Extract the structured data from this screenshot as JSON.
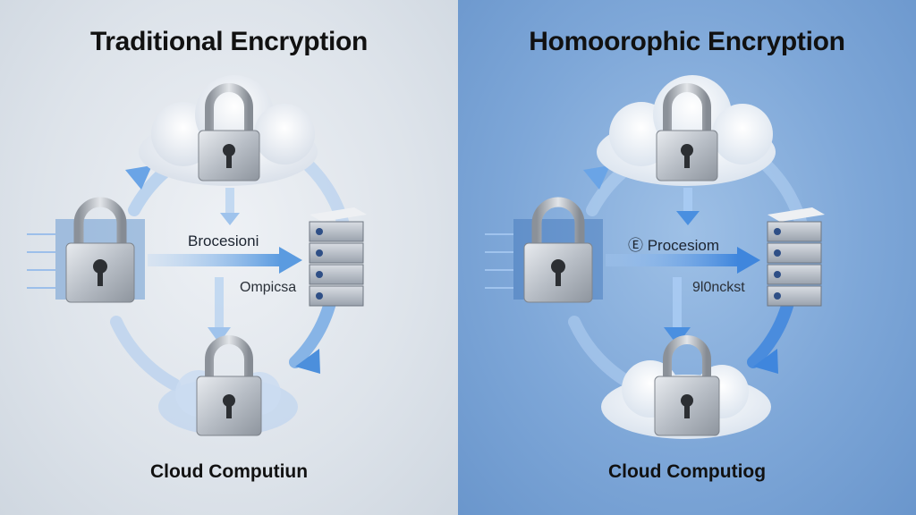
{
  "panels": [
    {
      "title": "Traditional Encryption",
      "processing_label": "Brocesioni",
      "compute_label": "Ompicsa",
      "caption": "Cloud Computiun",
      "accent": "#5b9be0"
    },
    {
      "title": "Homoorophic Encryption",
      "processing_label": "Ⓔ Procesiom",
      "compute_label": "9l0nckst",
      "caption": "Cloud Computiog",
      "accent": "#4a8fe0"
    }
  ],
  "icons": [
    "cloud-icon",
    "padlock-icon",
    "server-stack-icon",
    "arrow-icon",
    "circuit-chip-icon"
  ],
  "colors": {
    "left_background": "#dde3ea",
    "right_background": "#7ea7d8",
    "arrow_blue": "#5b9be0"
  }
}
